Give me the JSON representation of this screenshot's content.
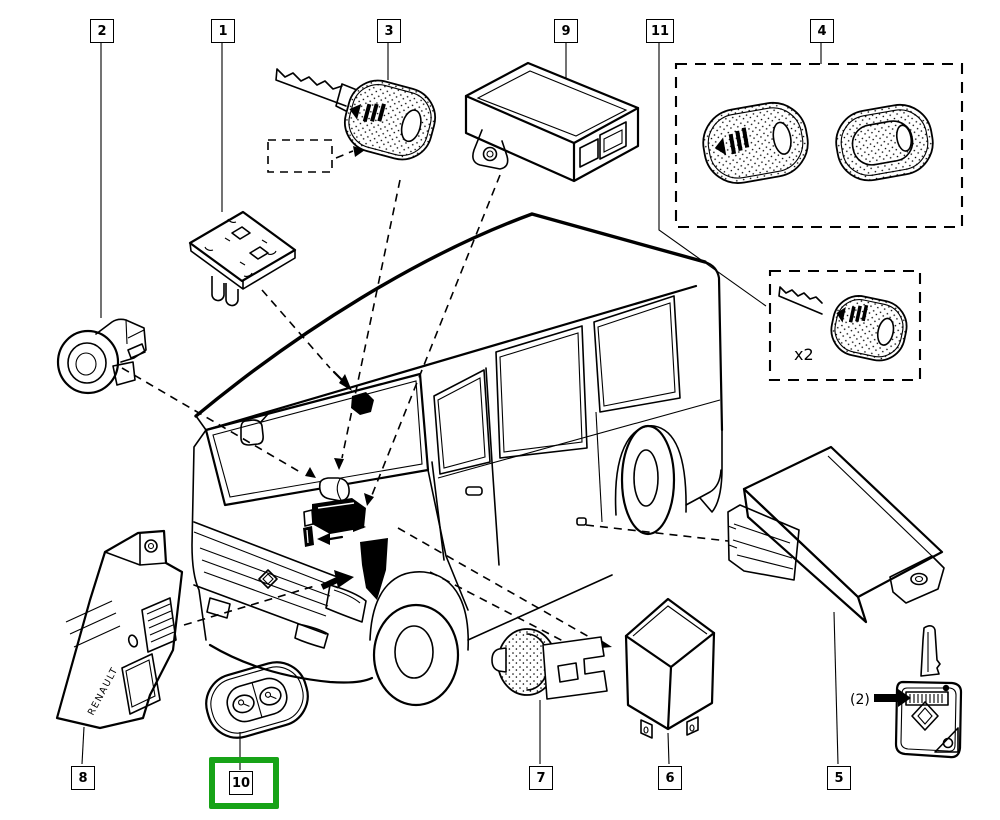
{
  "figure": {
    "kind": "vehicle-parts-exploded-diagram",
    "vehicle_illustration": "renault-van-three-quarter-front-line-art",
    "background_color": "#ffffff",
    "line_color": "#000000"
  },
  "callouts": {
    "top": [
      {
        "label": "2"
      },
      {
        "label": "1"
      },
      {
        "label": "3"
      },
      {
        "label": "9"
      },
      {
        "label": "11"
      },
      {
        "label": "4"
      }
    ],
    "bottom": [
      {
        "label": "8"
      },
      {
        "label": "10"
      },
      {
        "label": "7"
      },
      {
        "label": "6"
      },
      {
        "label": "5"
      }
    ]
  },
  "annotations": {
    "key_multiplier": "x2",
    "duplicate_key_note": "(2)",
    "brand_text": "RENAULT"
  },
  "highlight": {
    "target_callout": "10",
    "color": "#17A317"
  },
  "parts": [
    {
      "callout": "1",
      "name": "ignition-contact-plate"
    },
    {
      "callout": "2",
      "name": "transponder-antenna-ring"
    },
    {
      "callout": "3",
      "name": "key-with-remote-head"
    },
    {
      "callout": "4",
      "name": "key-head-shells-front-and-back"
    },
    {
      "callout": "5",
      "name": "immobilizer-control-unit"
    },
    {
      "callout": "6",
      "name": "relay"
    },
    {
      "callout": "7",
      "name": "mounting-grommet"
    },
    {
      "callout": "8",
      "name": "body-control-unit"
    },
    {
      "callout": "9",
      "name": "electronic-module"
    },
    {
      "callout": "10",
      "name": "two-button-remote-fob",
      "highlighted": true
    },
    {
      "callout": "11",
      "name": "key-set-of-two"
    }
  ]
}
